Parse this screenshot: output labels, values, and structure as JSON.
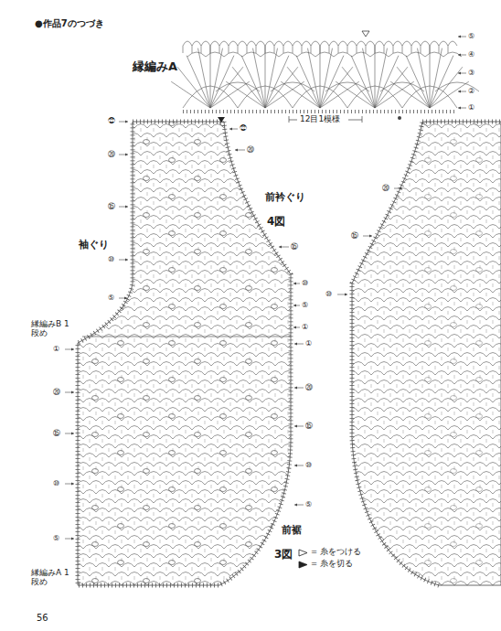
{
  "diagram": {
    "title": "●作品7のつづき",
    "labels": [
      "縁編みA",
      "12目1模様",
      "前衿ぐり",
      "4図",
      "袖ぐり",
      "縁編みB 1段め",
      "前裾",
      "3図",
      "縁編みA 1段め",
      "56",
      "⑤",
      "④",
      "③",
      "②",
      "①",
      "㉒",
      "⑳",
      "⑮",
      "⑩",
      "⑤",
      "㉒",
      "⑳",
      "⑮",
      "⑩",
      "⑤",
      "①",
      "①",
      "⑳",
      "⑮",
      "⑩",
      "⑤",
      "①",
      "⑳",
      "⑮",
      "⑩",
      "⑤",
      "⑳",
      "⑮",
      "⑩"
    ],
    "legend": [
      {
        "text": "= 糸をつける"
      },
      {
        "text": "= 糸を切る"
      }
    ]
  }
}
